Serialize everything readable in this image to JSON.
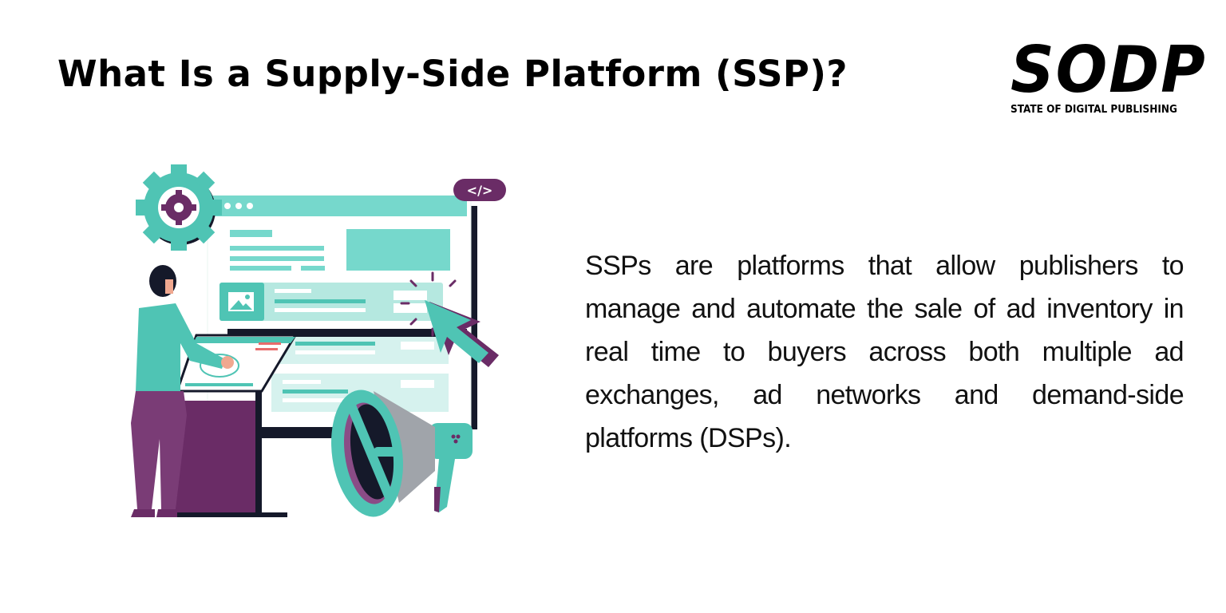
{
  "header": {
    "title": "What Is a Supply-Side Platform (SSP)?"
  },
  "logo": {
    "main": "SODP",
    "subtitle": "STATE OF DIGITAL PUBLISHING"
  },
  "illustration": {
    "description": "Person at a kiosk in front of a browser window with gear, code tag, cursor arrow and megaphone",
    "code_tag": "</>",
    "colors": {
      "teal": "#4fc4b4",
      "light_teal": "#b5e8e0",
      "purple": "#6a2c66",
      "light_purple": "#8a4c86",
      "dark": "#15192a",
      "accent_red": "#e86b6b"
    }
  },
  "content": {
    "definition": "SSPs are platforms that allow publishers to manage and automate the sale of ad inventory in real time to buyers across both multiple ad exchanges, ad networks and demand-side platforms (DSPs)."
  }
}
